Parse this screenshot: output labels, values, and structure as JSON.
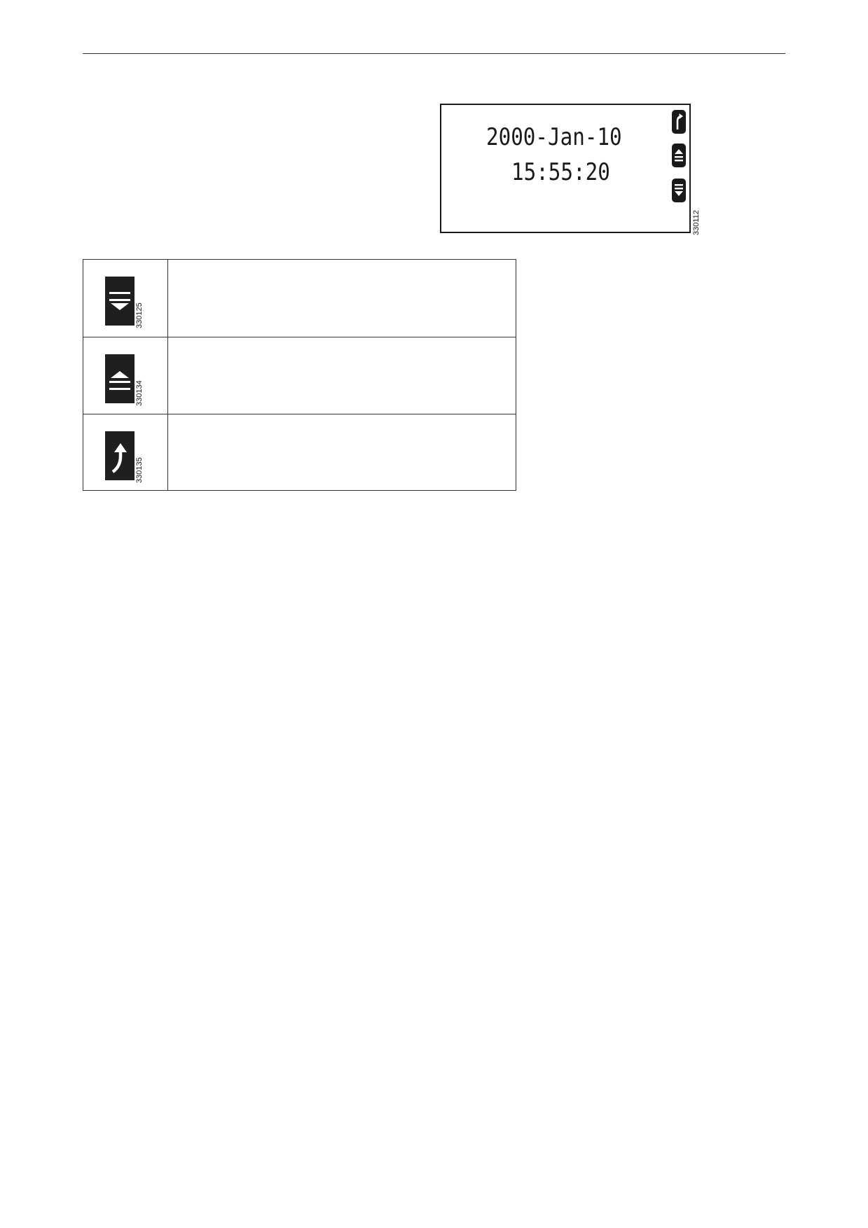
{
  "display": {
    "date": "2000-Jan-10",
    "time": "15:55:20",
    "figure_code": "330112",
    "soft_keys": [
      "return-arrow-icon",
      "up-arrow-icon",
      "down-arrow-icon"
    ]
  },
  "key_table": {
    "rows": [
      {
        "icon": "scroll-down-key-icon",
        "figure_code": "330125",
        "description": ""
      },
      {
        "icon": "scroll-up-key-icon",
        "figure_code": "330134",
        "description": ""
      },
      {
        "icon": "return-key-icon",
        "figure_code": "330135",
        "description": ""
      }
    ]
  },
  "colors": {
    "ink": "#1a1a1a",
    "key_fill": "#1f1f1f",
    "paper": "#ffffff"
  }
}
